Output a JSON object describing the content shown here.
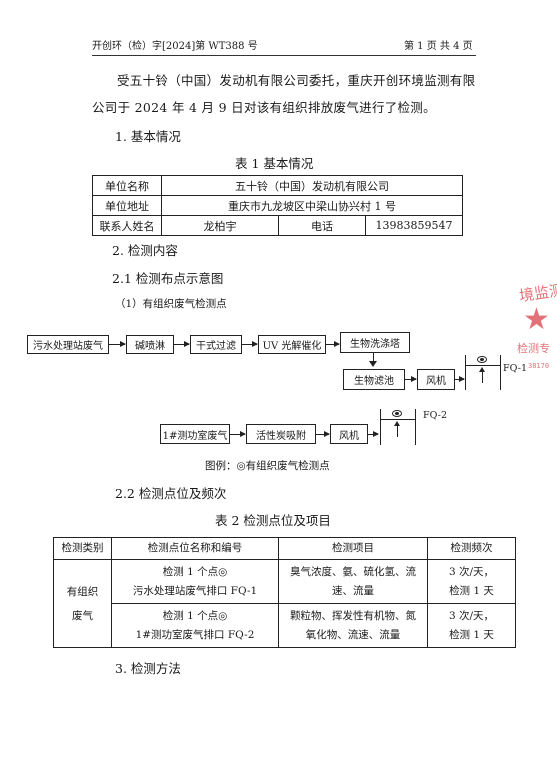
{
  "header": {
    "doc_no": "开创环（检）字[2024]第 WT388 号",
    "page": "第 1 页 共 4 页"
  },
  "intro": {
    "line1": "受五十铃（中国）发动机有限公司委托，重庆开创环境监测有限",
    "line2": "公司于 2024 年 4 月 9 日对该有组织排放废气进行了检测。"
  },
  "section1": {
    "title": "1. 基本情况"
  },
  "table1": {
    "caption": "表 1 基本情况",
    "rows": [
      {
        "label": "单位名称",
        "value": "五十铃（中国）发动机有限公司"
      },
      {
        "label": "单位地址",
        "value": "重庆市九龙坡区中梁山协兴村 1 号"
      }
    ],
    "contact": {
      "label": "联系人姓名",
      "name": "龙柏宇",
      "phone_label": "电话",
      "phone": "13983859547"
    }
  },
  "section2": {
    "title": "2. 检测内容"
  },
  "section21": {
    "title": "2.1 检测布点示意图"
  },
  "sub1": {
    "title": "（1）有组织废气检测点"
  },
  "diagram": {
    "box_wastewater": "污水处理站废气",
    "box_alkali": "碱喷淋",
    "box_dry": "干式过滤",
    "box_uv": "UV 光解催化",
    "box_bio_wash": "生物洗涤塔",
    "box_bio_filter": "生物滤池",
    "box_fan1": "风机",
    "label_fq1": "FQ-1",
    "box_lab": "1#测功室废气",
    "box_carbon": "活性炭吸附",
    "box_fan2": "风机",
    "label_fq2": "FQ-2",
    "legend": "图例：◎有组织废气检测点"
  },
  "section22": {
    "title": "2.2 检测点位及频次"
  },
  "table2": {
    "caption": "表 2 检测点位及项目",
    "headers": [
      "检测类别",
      "检测点位名称和编号",
      "检测项目",
      "检测频次"
    ],
    "category": "有组织废气",
    "rows": [
      {
        "point_line1": "检测 1 个点◎",
        "point_line2": "污水处理站废气排口 FQ-1",
        "items_line1": "臭气浓度、氨、硫化氢、流",
        "items_line2": "速、流量",
        "freq_line1": "3 次/天，",
        "freq_line2": "检测 1 天"
      },
      {
        "point_line1": "检测 1 个点◎",
        "point_line2": "1#测功室废气排口 FQ-2",
        "items_line1": "颗粒物、挥发性有机物、氮",
        "items_line2": "氧化物、流速、流量",
        "freq_line1": "3 次/天，",
        "freq_line2": "检测 1 天"
      }
    ]
  },
  "section3": {
    "title": "3. 检测方法"
  },
  "stamp": {
    "text_top": "境监测",
    "text_mid": "检测专",
    "code": "38170",
    "color": "#d9444a"
  }
}
